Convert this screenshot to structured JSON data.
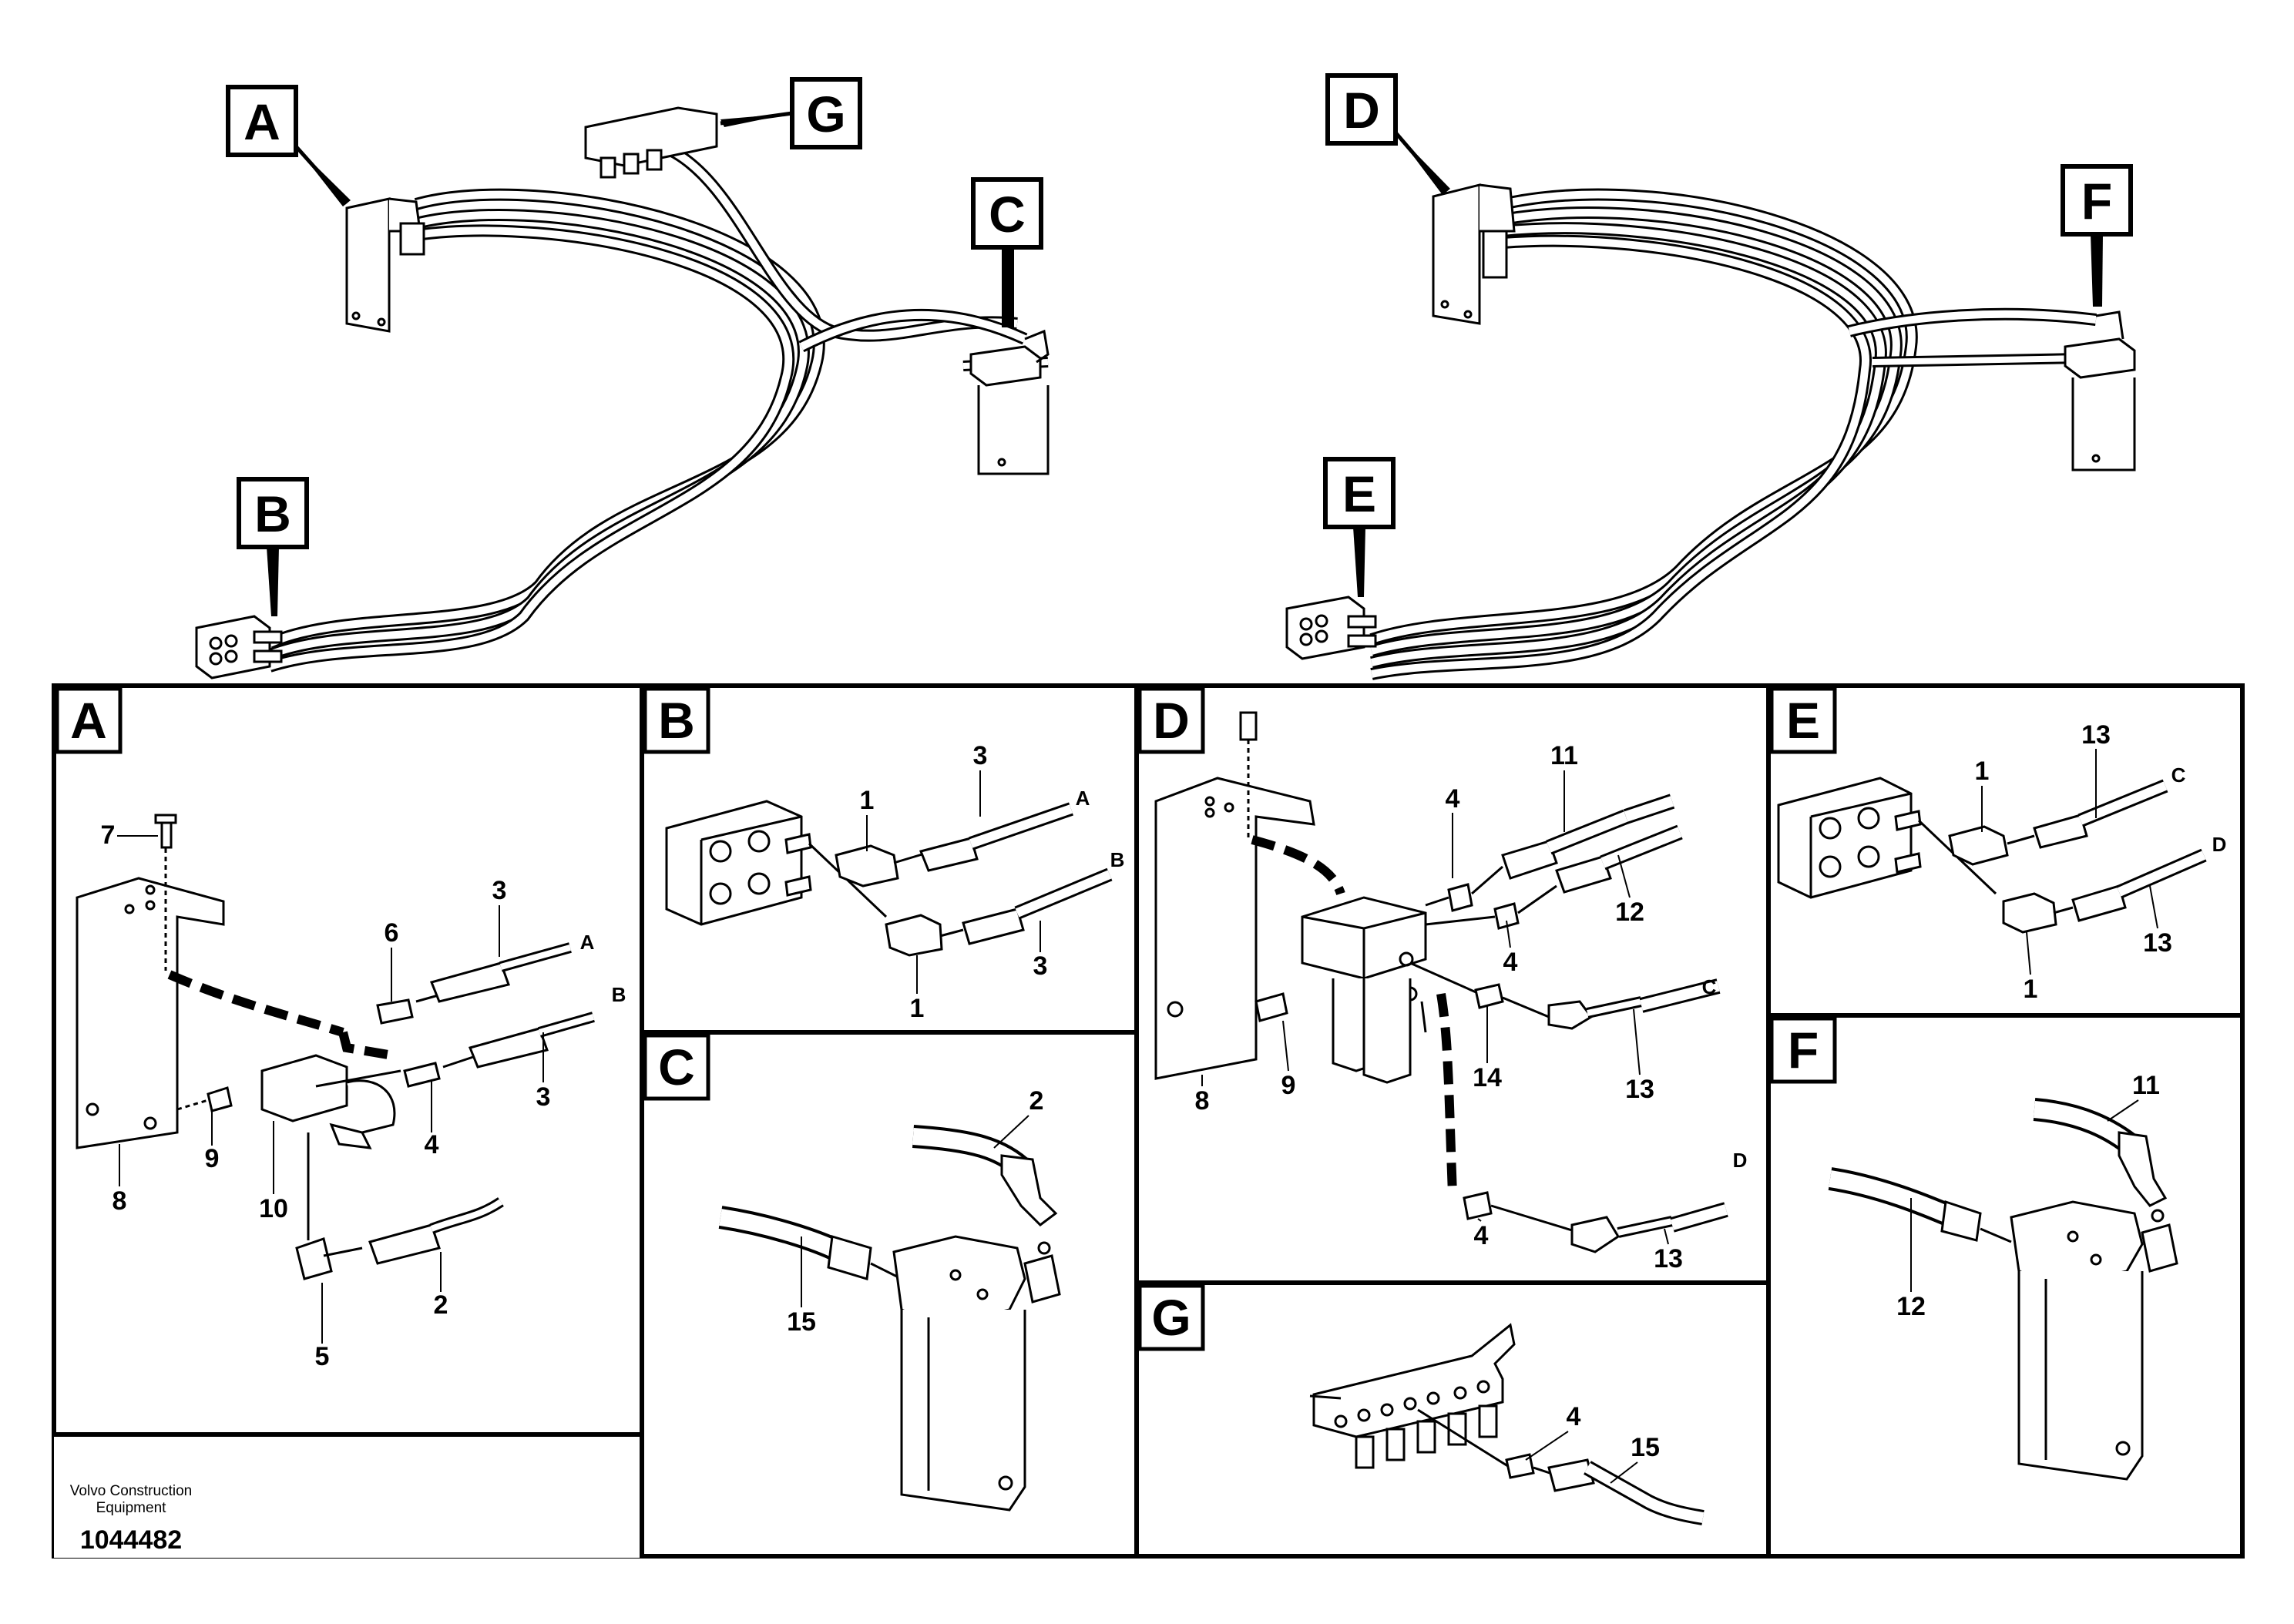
{
  "overview": {
    "labels": [
      "A",
      "B",
      "C",
      "D",
      "E",
      "F",
      "G"
    ]
  },
  "panels": [
    {
      "id": "A",
      "label": "A",
      "callouts": [
        "7",
        "3",
        "A",
        "6",
        "B",
        "3",
        "4",
        "9",
        "8",
        "10",
        "2",
        "5"
      ]
    },
    {
      "id": "B",
      "label": "B",
      "callouts": [
        "3",
        "A",
        "1",
        "B",
        "3",
        "1"
      ]
    },
    {
      "id": "C",
      "label": "C",
      "callouts": [
        "2",
        "15"
      ]
    },
    {
      "id": "D",
      "label": "D",
      "callouts": [
        "11",
        "4",
        "12",
        "4",
        "C",
        "8",
        "9",
        "14",
        "13",
        "D",
        "4",
        "13"
      ]
    },
    {
      "id": "E",
      "label": "E",
      "callouts": [
        "13",
        "1",
        "C",
        "D",
        "13",
        "1"
      ]
    },
    {
      "id": "F",
      "label": "F",
      "callouts": [
        "11",
        "12"
      ]
    },
    {
      "id": "G",
      "label": "G",
      "callouts": [
        "4",
        "15"
      ]
    }
  ],
  "footer": {
    "company_line1": "Volvo Construction",
    "company_line2": "Equipment",
    "doc_number": "1044482"
  }
}
